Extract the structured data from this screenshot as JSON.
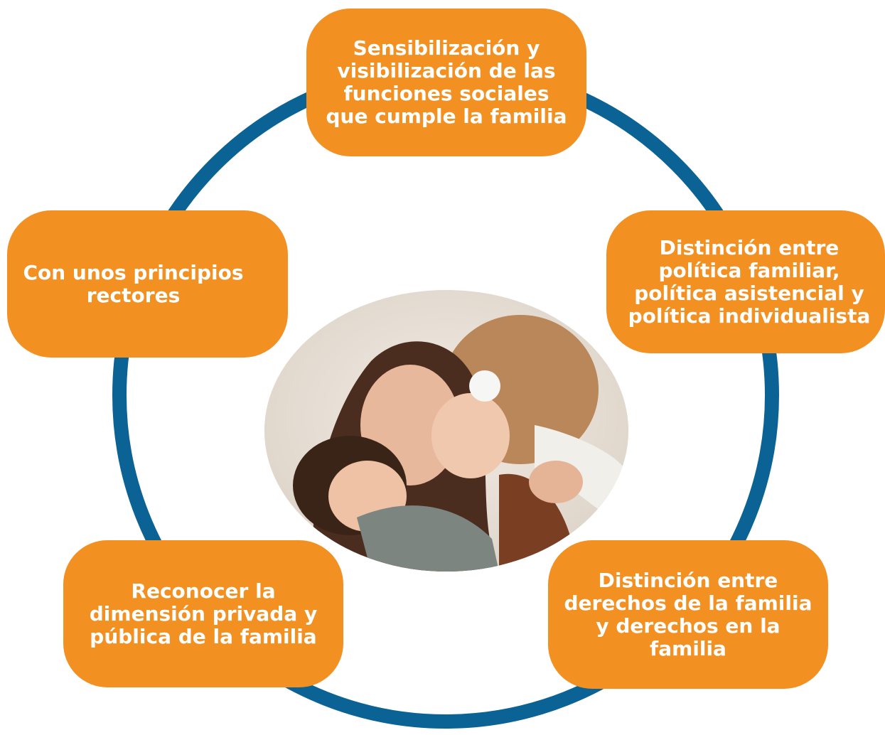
{
  "colors": {
    "ring": "#0A6394",
    "node_fill": "#F39022",
    "node_text": "#FFFFFF"
  },
  "nodes": {
    "top": "Sensibilización y\nvisibilización de las\nfunciones sociales\nque cumple la familia",
    "right": "Distinción entre\npolítica familiar,\npolítica asistencial  y\npolítica individualista",
    "bottom_right": "Distinción entre\nderechos de la familia\ny derechos en la\nfamilia",
    "bottom_left": "Reconocer la\ndimensión privada y\npública de la familia",
    "left": "Con unos principios\nrectores"
  },
  "photo": {
    "subject": "mother-kissing-baby-with-toddler-photo"
  }
}
